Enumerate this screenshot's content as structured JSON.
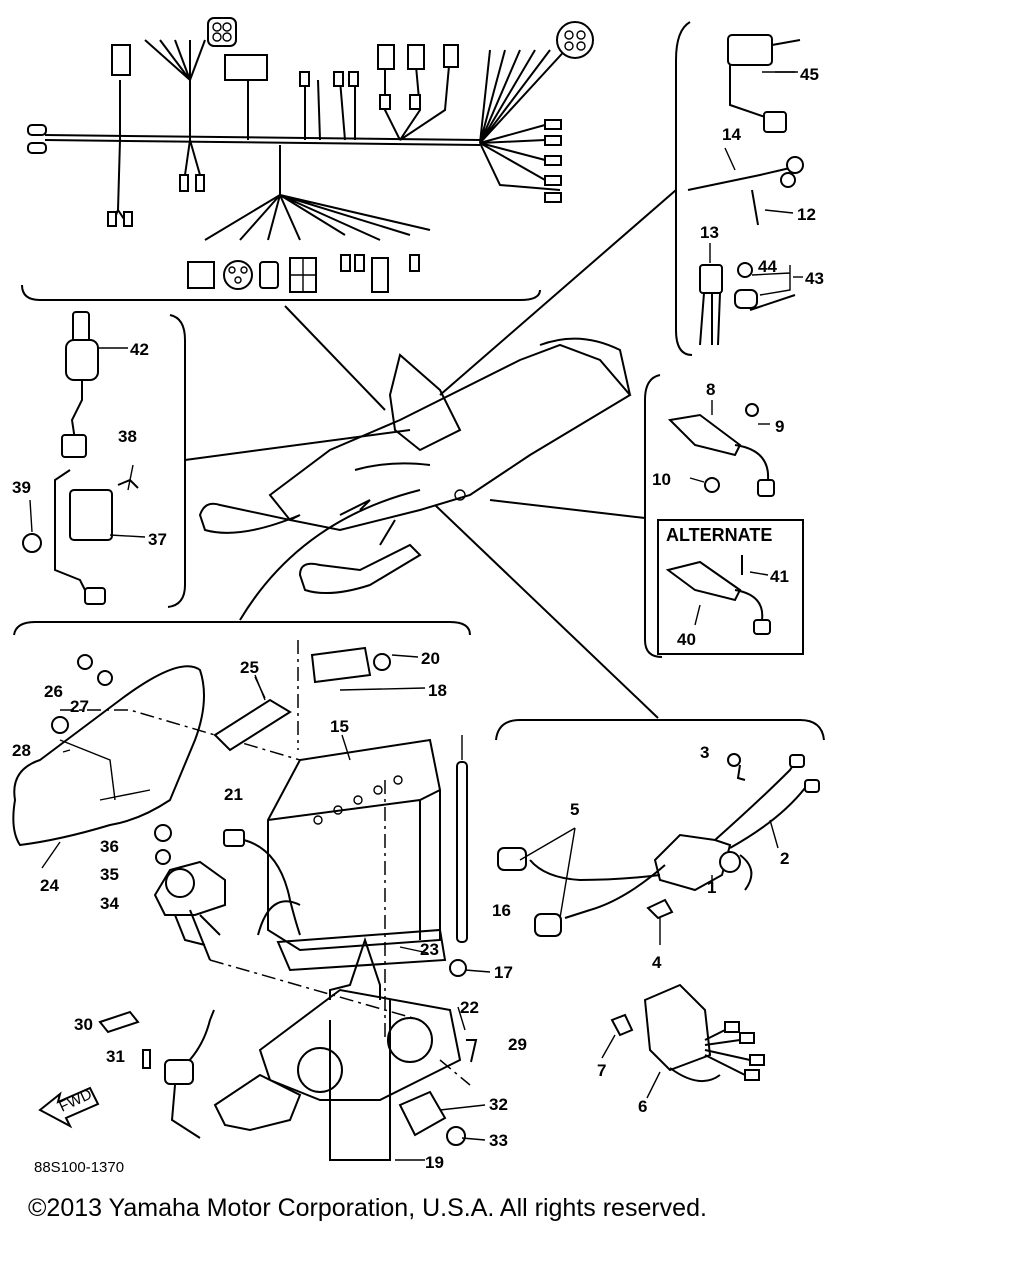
{
  "diagram": {
    "figure_code": "88S100-1370",
    "alternate_label": "ALTERNATE",
    "fwd_label": "FWD",
    "copyright": "©2013 Yamaha Motor Corporation, U.S.A. All rights reserved.",
    "callouts": {
      "p1": "1",
      "p2": "2",
      "p3": "3",
      "p4": "4",
      "p5": "5",
      "p6": "6",
      "p7": "7",
      "p8": "8",
      "p9": "9",
      "p10": "10",
      "p12": "12",
      "p13": "13",
      "p14": "14",
      "p15": "15",
      "p16": "16",
      "p17": "17",
      "p18": "18",
      "p19": "19",
      "p20": "20",
      "p21": "21",
      "p22": "22",
      "p23": "23",
      "p24": "24",
      "p25": "25",
      "p26": "26",
      "p27": "27",
      "p28": "28",
      "p29": "29",
      "p30": "30",
      "p31": "31",
      "p32": "32",
      "p33": "33",
      "p34": "34",
      "p35": "35",
      "p36": "36",
      "p37": "37",
      "p38": "38",
      "p39": "39",
      "p40": "40",
      "p41": "41",
      "p42": "42",
      "p43": "43",
      "p44": "44",
      "p45": "45"
    }
  }
}
